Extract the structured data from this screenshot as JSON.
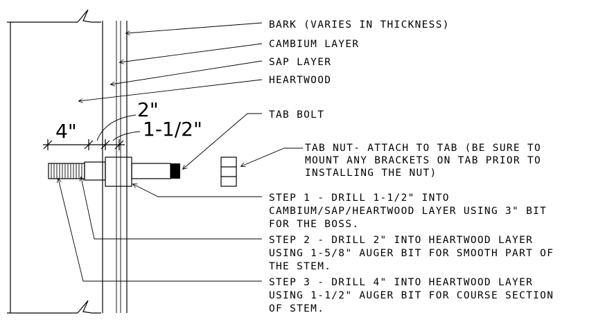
{
  "labels": {
    "bark": "BARK (VARIES IN THICKNESS)",
    "cambium": "CAMBIUM LAYER",
    "sap": "SAP LAYER",
    "heartwood": "HEARTWOOD",
    "tab_bolt": "TAB BOLT",
    "tab_nut": [
      "TAB NUT- ATTACH TO TAB (BE SURE TO",
      "MOUNT ANY BRACKETS ON TAB PRIOR TO",
      "INSTALLING THE NUT)"
    ],
    "step1": [
      "STEP 1 - DRILL 1-1/2\" INTO",
      "CAMBIUM/SAP/HEARTWOOD LAYER USING 3\" BIT",
      "FOR THE BOSS."
    ],
    "step2": [
      "STEP 2 - DRILL 2\" INTO HEARTWOOD LAYER",
      "USING 1-5/8\" AUGER BIT FOR SMOOTH PART OF",
      "THE STEM."
    ],
    "step3": [
      "STEP 3 - DRILL 4\" INTO HEARTWOOD LAYER",
      "USING 1-1/2\" AUGER BIT FOR COURSE SECTION",
      "OF STEM."
    ]
  },
  "dimensions": {
    "d4": "4\"",
    "d2": "2\"",
    "d1_5": "1-1/2\""
  }
}
